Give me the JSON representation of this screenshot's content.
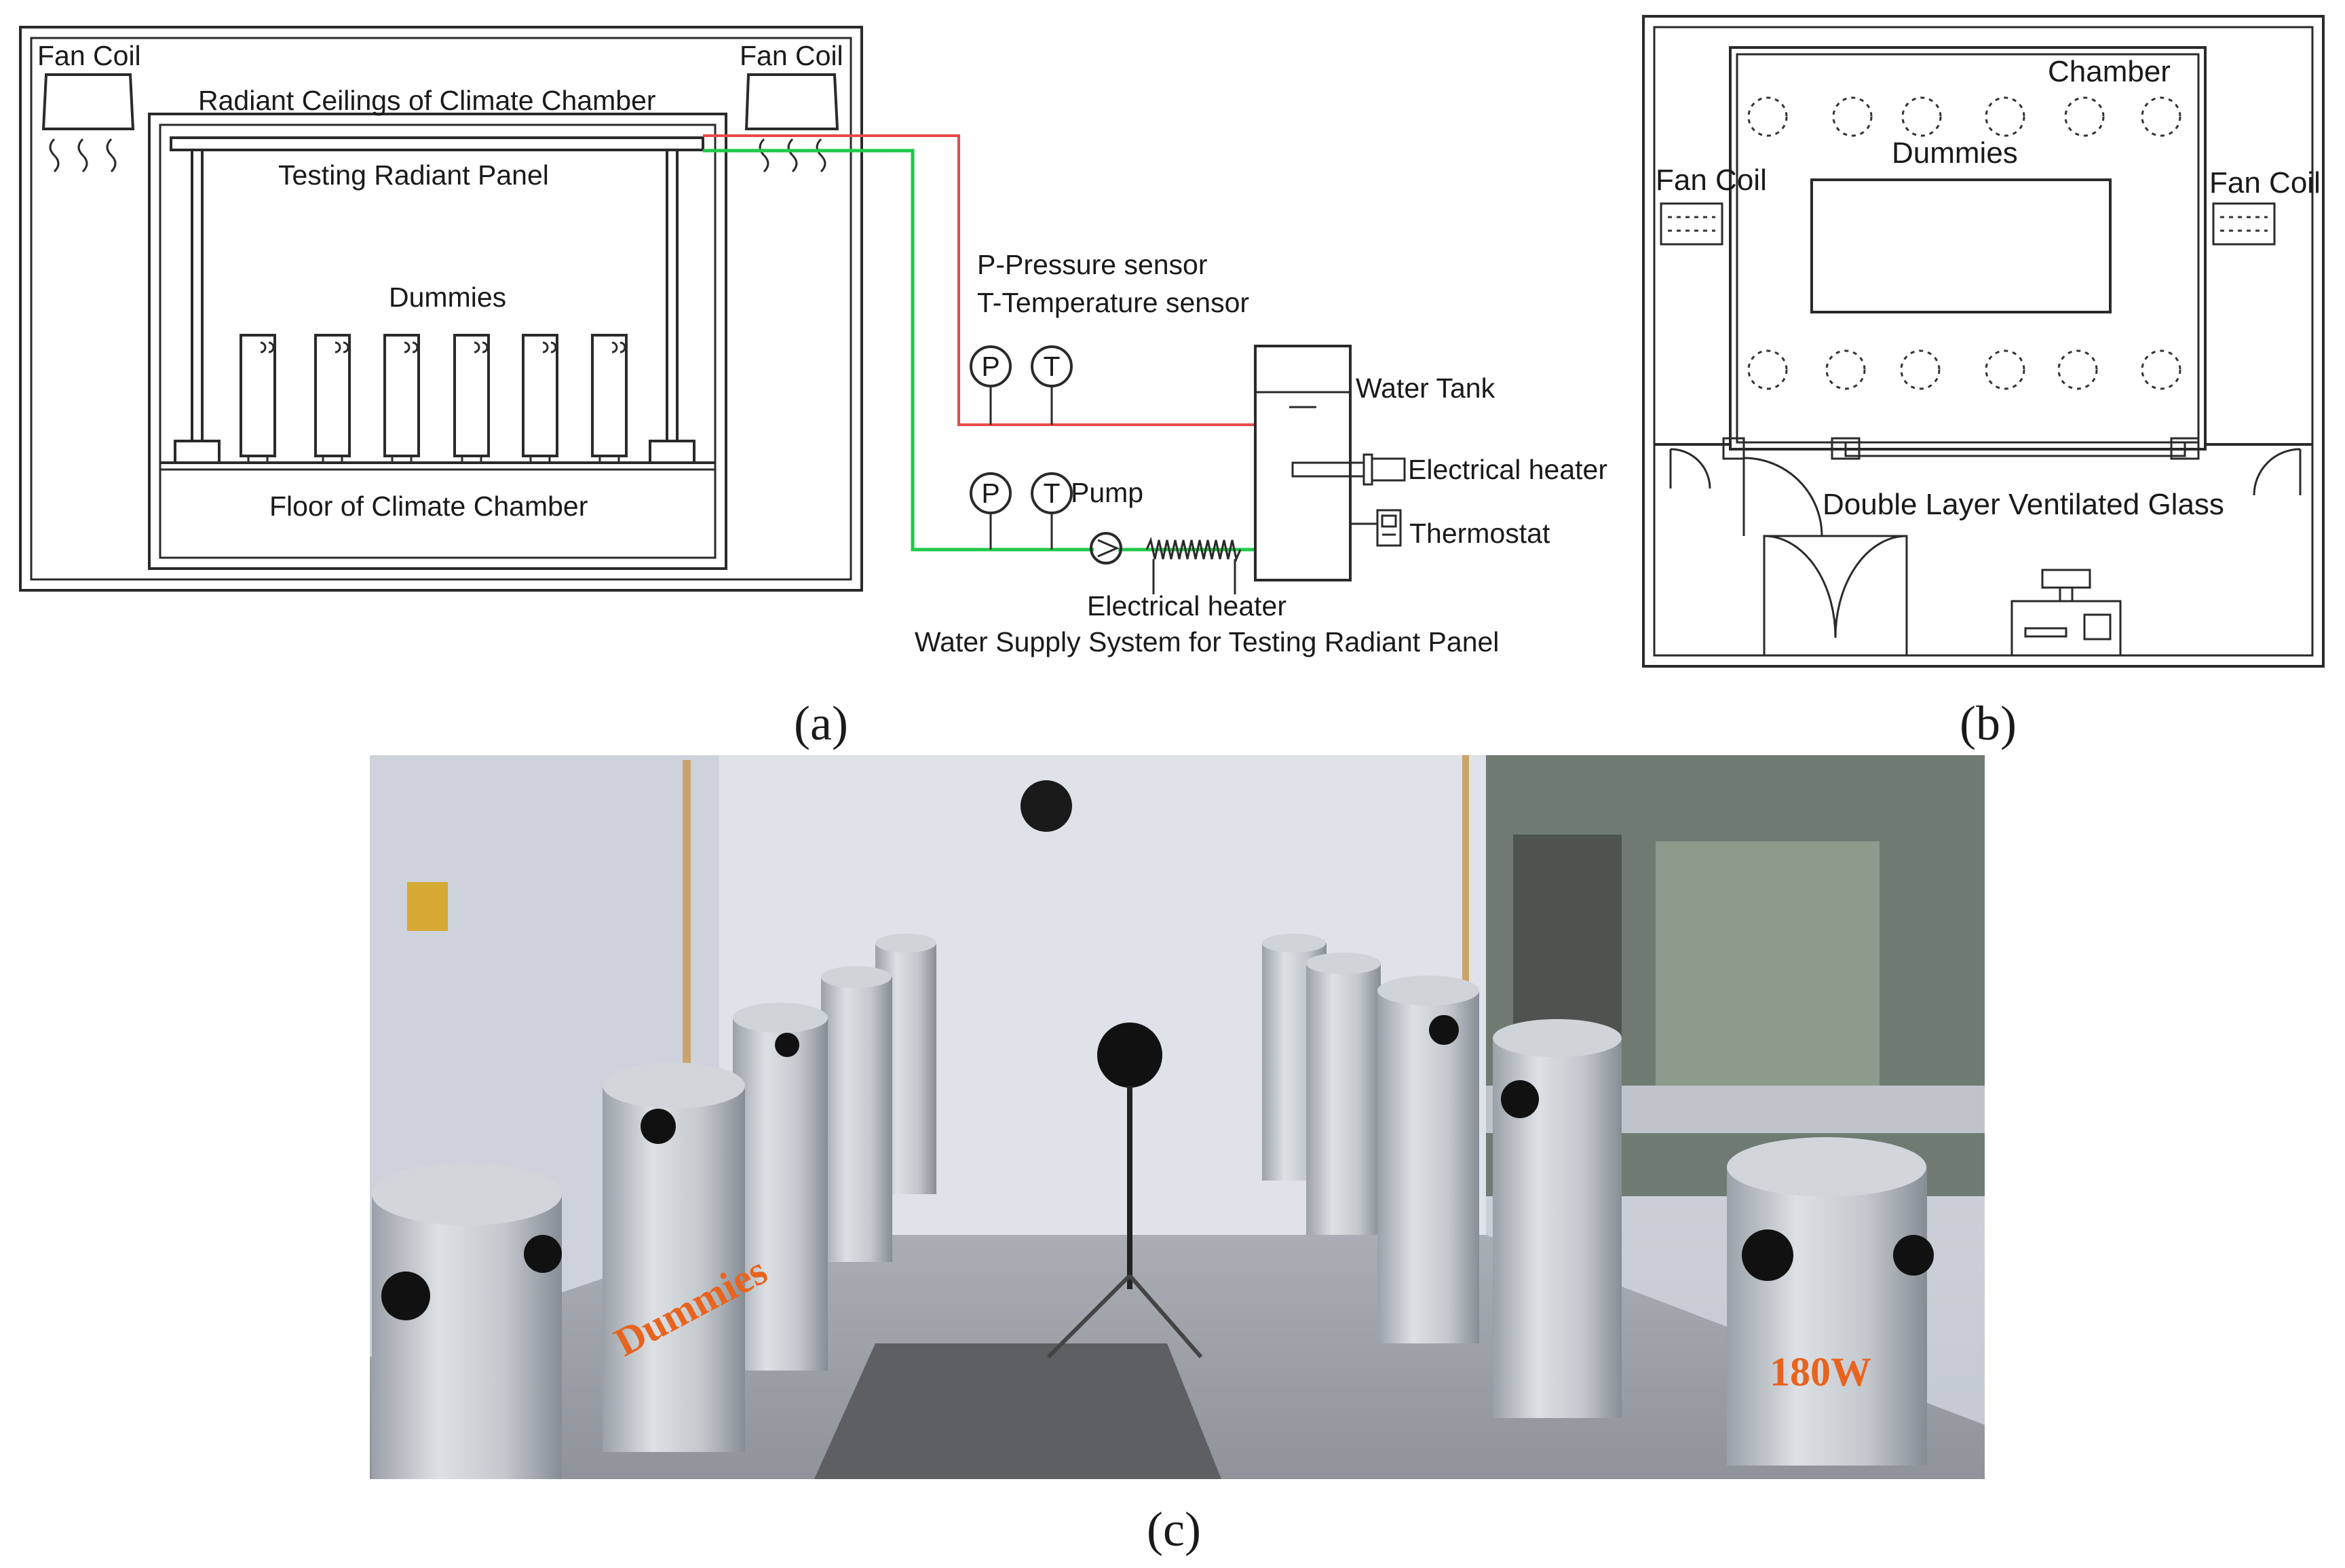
{
  "panel_a": {
    "caption": "(a)",
    "fan_coil_left": "Fan Coil",
    "fan_coil_right": "Fan Coil",
    "radiant_ceilings": "Radiant Ceilings of Climate Chamber",
    "testing_panel": "Testing Radiant Panel",
    "dummies": "Dummies",
    "floor": "Floor of Climate Chamber",
    "legend_pressure": "P-Pressure sensor",
    "legend_temperature": "T-Temperature sensor",
    "sensor_p": "P",
    "sensor_t": "T",
    "pump": "Pump",
    "water_tank": "Water Tank",
    "electrical_heater_tank": "Electrical heater",
    "thermostat": "Thermostat",
    "electrical_heater_pipe": "Electrical heater",
    "water_supply_system": "Water Supply System for Testing Radiant Panel",
    "pipe_colors": {
      "supply": "#e8494a",
      "return": "#1fc94a"
    }
  },
  "panel_b": {
    "caption": "(b)",
    "chamber": "Chamber",
    "dummies": "Dummies",
    "fan_coil_left": "Fan Coil",
    "fan_coil_right": "Fan Coil",
    "glass": "Double Layer Ventilated Glass"
  },
  "panel_c": {
    "caption": "(c)",
    "label_dummies": "Dummies",
    "label_power": "180W",
    "label_color": "#e8641e"
  }
}
